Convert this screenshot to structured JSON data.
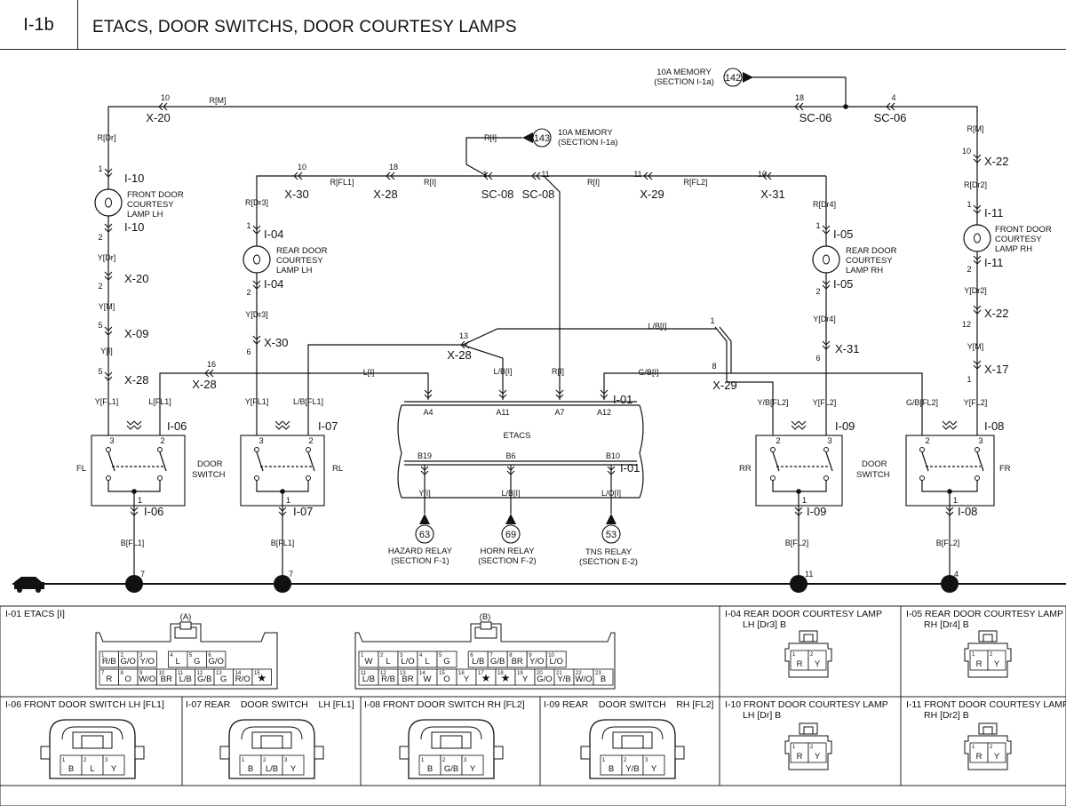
{
  "header": {
    "code": "I-1b",
    "title": "ETACS, DOOR SWITCHS, DOOR COURTESY LAMPS"
  },
  "refs": {
    "r142": {
      "num": "142",
      "line1": "10A MEMORY",
      "line2": "(SECTION I-1a)"
    },
    "r143": {
      "num": "143",
      "line1": "10A MEMORY",
      "line2": "(SECTION I-1a)"
    },
    "r63": {
      "num": "63",
      "line1": "HAZARD RELAY",
      "line2": "(SECTION F-1)"
    },
    "r69": {
      "num": "69",
      "line1": "HORN RELAY",
      "line2": "(SECTION F-2)"
    },
    "r53": {
      "num": "53",
      "line1": "TNS RELAY",
      "line2": "(SECTION E-2)"
    }
  },
  "wires": {
    "rm": "R[M]",
    "rdr": "R[Dr]",
    "rdr2": "R[Dr2]",
    "rdr3": "R[Dr3]",
    "rdr4": "R[Dr4]",
    "rfl1": "R[FL1]",
    "ri": "R[I]",
    "rfl2": "R[FL2]",
    "ydr": "Y[Dr]",
    "ym": "Y[M]",
    "yi": "Y[I]",
    "yfl1": "Y[FL1]",
    "ydr3": "Y[Dr3]",
    "ydr4": "Y[Dr4]",
    "yfl2": "Y[FL2]",
    "ydr2": "Y[Dr2]",
    "lfl1": "L[FL1]",
    "lbfl1": "L/B[FL1]",
    "li": "L[I]",
    "lbi": "L/B[I]",
    "gbi": "G/B[I]",
    "ybfl2": "Y/B[FL2]",
    "gbfl2": "G/B[FL2]",
    "lboi": "L/O[I]",
    "bfl1": "B[FL1]",
    "bfl2": "B[FL2]"
  },
  "connectors": {
    "x20": "X-20",
    "x09": "X-09",
    "x28": "X-28",
    "x30": "X-30",
    "x29": "X-29",
    "x31": "X-31",
    "x22": "X-22",
    "x17": "X-17",
    "sc06": "SC-06",
    "sc08": "SC-08",
    "i01": "I-01",
    "i04": "I-04",
    "i05": "I-05",
    "i06": "I-06",
    "i07": "I-07",
    "i08": "I-08",
    "i09": "I-09",
    "i10": "I-10",
    "i11": "I-11"
  },
  "components": {
    "fl_lamp": [
      "FRONT DOOR",
      "COURTESY",
      "LAMP LH"
    ],
    "rl_lamp": [
      "REAR DOOR",
      "COURTESY",
      "LAMP LH"
    ],
    "rr_lamp": [
      "REAR DOOR",
      "COURTESY",
      "LAMP RH"
    ],
    "fr_lamp": [
      "FRONT DOOR",
      "COURTESY",
      "LAMP RH"
    ],
    "door_switch": [
      "DOOR",
      "SWITCH"
    ],
    "fl": "FL",
    "rl": "RL",
    "rr": "RR",
    "fr": "FR",
    "etacs": "ETACS",
    "etacs_pins": {
      "a4": "A4",
      "a11": "A11",
      "a7": "A7",
      "a12": "A12",
      "b19": "B19",
      "b6": "B6",
      "b10": "B10"
    }
  },
  "grounds": [
    "7",
    "7",
    "11",
    "4"
  ],
  "pins": {
    "p1": "1",
    "p2": "2",
    "p3": "3",
    "p4": "4",
    "p5": "5",
    "p6": "6",
    "p8": "8",
    "p10": "10",
    "p11": "11",
    "p12": "12",
    "p13": "13",
    "p16": "16",
    "p18": "18"
  },
  "connector_views": {
    "i01": {
      "title": "I-01 ETACS [I]",
      "a": {
        "label": "(A)",
        "top": [
          [
            "1",
            "R/B"
          ],
          [
            "2",
            "G/O"
          ],
          [
            "3",
            "Y/O"
          ],
          [
            "",
            ""
          ],
          [
            "4",
            "L"
          ],
          [
            "5",
            "G"
          ],
          [
            "6",
            "G/O"
          ]
        ],
        "bot": [
          [
            "7",
            "R"
          ],
          [
            "8",
            "O"
          ],
          [
            "9",
            "W/O"
          ],
          [
            "10",
            "BR"
          ],
          [
            "11",
            "L/B"
          ],
          [
            "12",
            "G/B"
          ],
          [
            "13",
            "G"
          ],
          [
            "14",
            "R/O"
          ],
          [
            "15",
            "★"
          ]
        ]
      },
      "b": {
        "label": "(B)",
        "top": [
          [
            "1",
            "W"
          ],
          [
            "2",
            "L"
          ],
          [
            "3",
            "L/O"
          ],
          [
            "4",
            "L"
          ],
          [
            "5",
            "G"
          ],
          [
            "",
            ""
          ],
          [
            "6",
            "L/B"
          ],
          [
            "7",
            "G/B"
          ],
          [
            "8",
            "BR"
          ],
          [
            "9",
            "Y/O"
          ],
          [
            "10",
            "L/O"
          ]
        ],
        "bot": [
          [
            "11",
            "L/B"
          ],
          [
            "12",
            "R/B"
          ],
          [
            "13",
            "BR"
          ],
          [
            "14",
            "W"
          ],
          [
            "15",
            "O"
          ],
          [
            "16",
            "Y"
          ],
          [
            "17",
            "★"
          ],
          [
            "18",
            "★"
          ],
          [
            "19",
            "Y"
          ],
          [
            "20",
            "G/O"
          ],
          [
            "21",
            "Y/B"
          ],
          [
            "22",
            "W/O"
          ],
          [
            "23",
            "B"
          ]
        ]
      }
    },
    "i04": {
      "title1": "I-04 REAR DOOR COURTESY LAMP",
      "title2": "LH [Dr3] B",
      "pins": [
        [
          "1",
          "R"
        ],
        [
          "2",
          "Y"
        ]
      ]
    },
    "i05": {
      "title1": "I-05 REAR DOOR COURTESY LAMP",
      "title2": "RH [Dr4] B",
      "pins": [
        [
          "1",
          "R"
        ],
        [
          "2",
          "Y"
        ]
      ]
    },
    "i06": {
      "title": "I-06 FRONT DOOR SWITCH LH [FL1]",
      "pins": [
        [
          "1",
          "B"
        ],
        [
          "2",
          "L"
        ],
        [
          "3",
          "Y"
        ]
      ]
    },
    "i07": {
      "title": "I-07 REAR    DOOR SWITCH    LH [FL1]",
      "pins": [
        [
          "1",
          "B"
        ],
        [
          "2",
          "L/B"
        ],
        [
          "3",
          "Y"
        ]
      ]
    },
    "i08": {
      "title": "I-08 FRONT DOOR SWITCH RH [FL2]",
      "pins": [
        [
          "1",
          "B"
        ],
        [
          "2",
          "G/B"
        ],
        [
          "3",
          "Y"
        ]
      ]
    },
    "i09": {
      "title": "I-09 REAR    DOOR SWITCH    RH [FL2]",
      "pins": [
        [
          "1",
          "B"
        ],
        [
          "2",
          "Y/B"
        ],
        [
          "3",
          "Y"
        ]
      ]
    },
    "i10": {
      "title1": "I-10 FRONT DOOR COURTESY LAMP",
      "title2": "LH [Dr] B",
      "pins": [
        [
          "1",
          "R"
        ],
        [
          "2",
          "Y"
        ]
      ]
    },
    "i11": {
      "title1": "I-11 FRONT DOOR COURTESY LAMP",
      "title2": "RH [Dr2] B",
      "pins": [
        [
          "1",
          "R"
        ],
        [
          "2",
          "Y"
        ]
      ]
    }
  }
}
